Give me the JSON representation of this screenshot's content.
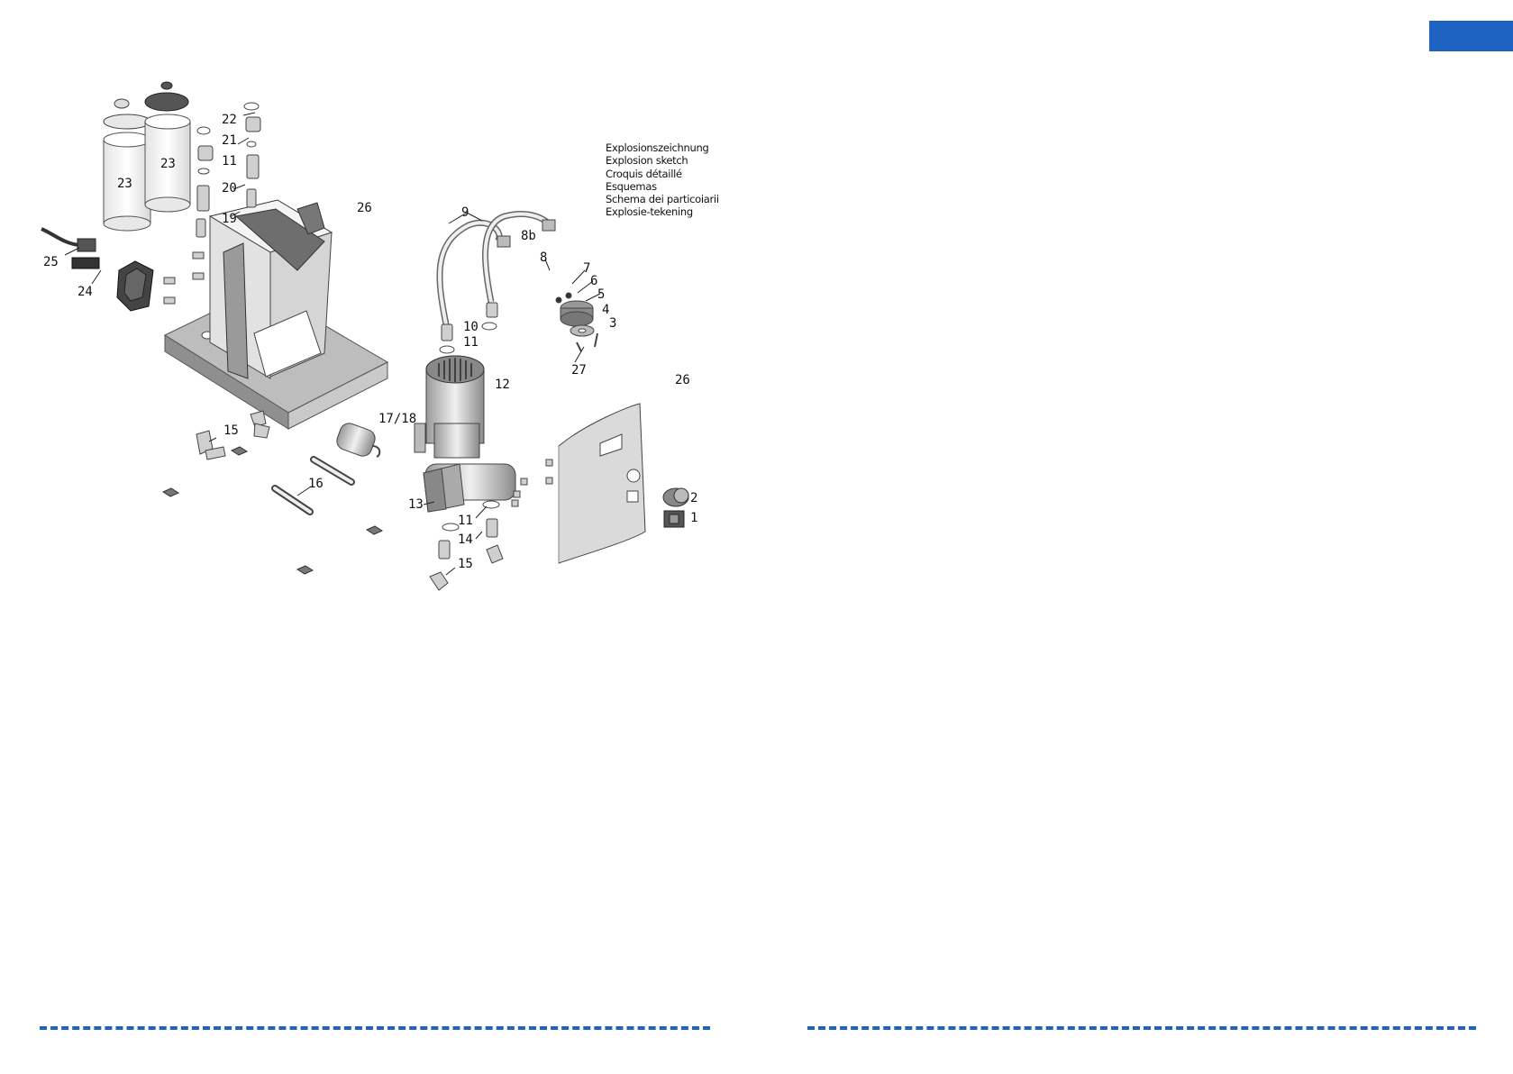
{
  "legend": {
    "lines": [
      "Explosionszeichnung",
      "Explosion sketch",
      "Croquis détaillé",
      "Esquemas",
      "Schema dei particoiarii",
      "Explosie-tekening"
    ]
  },
  "part_labels": [
    "22",
    "21",
    "11",
    "20",
    "19",
    "23",
    "23",
    "26",
    "25",
    "24",
    "9",
    "8b",
    "8",
    "7",
    "6",
    "5",
    "4",
    "3",
    "27",
    "10",
    "11",
    "12",
    "26",
    "17/18",
    "15",
    "16",
    "13",
    "11",
    "14",
    "15",
    "2",
    "1"
  ],
  "colors": {
    "accent": "#1f63c2"
  }
}
